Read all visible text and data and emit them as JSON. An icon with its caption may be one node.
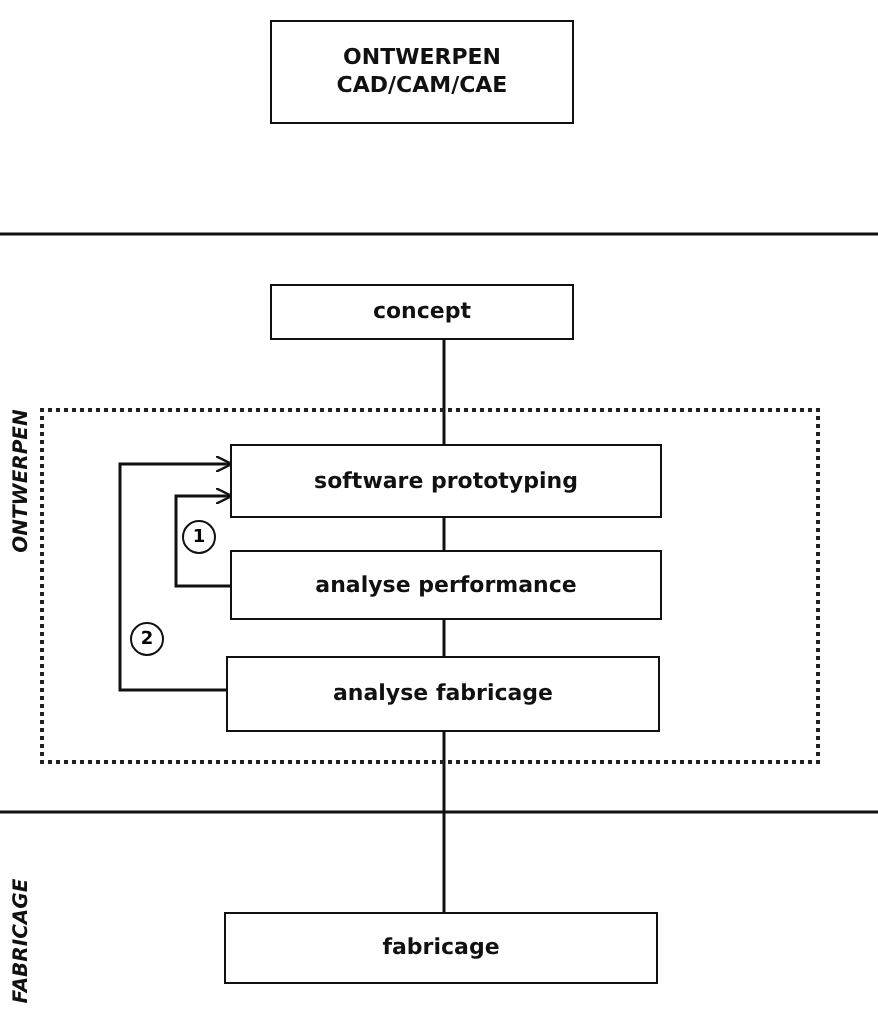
{
  "diagram": {
    "nodes": [
      {
        "text": [
          "ONTWERPEN",
          "CAD/CAM/CAE"
        ]
      },
      {
        "text": [
          "concept"
        ]
      },
      {
        "text": [],
        "shape": "box"
      },
      {
        "text": [
          "software prototyping"
        ],
        "in": 2
      },
      {
        "text": [
          "analyse performance"
        ],
        "in": 2
      },
      {
        "text": [
          "analyse fabricage"
        ],
        "in": 2
      },
      {
        "text": [
          "fabricage"
        ]
      }
    ],
    "edges": [
      {
        "from": 1,
        "to": 3,
        "arrow": "none"
      },
      {
        "from": 3,
        "to": 4,
        "arrow": "none"
      },
      {
        "from": 4,
        "to": 5,
        "arrow": "none"
      },
      {
        "from": 5,
        "to": 6,
        "arrow": "none"
      },
      {
        "from": 4,
        "to": 3,
        "arrow": "to",
        "label": "1"
      },
      {
        "from": 5,
        "to": 3,
        "arrow": "to",
        "label": "2"
      }
    ],
    "labels": [
      "ONTWERPEN",
      "FABRICAGE"
    ]
  }
}
